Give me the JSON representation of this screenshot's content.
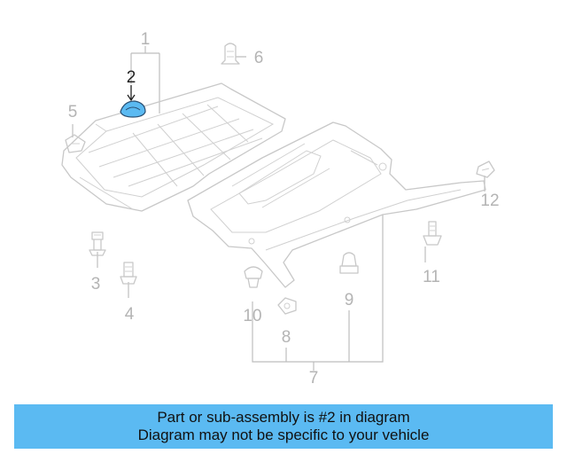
{
  "diagram": {
    "callouts": {
      "c1": "1",
      "c2": "2",
      "c3": "3",
      "c4": "4",
      "c5": "5",
      "c6": "6",
      "c7": "7",
      "c8": "8",
      "c9": "9",
      "c10": "10",
      "c11": "11",
      "c12": "12"
    },
    "highlighted_part": "2",
    "colors": {
      "highlight": "#5bbaf2",
      "outline": "#c8c8c8",
      "banner": "#5bbaf2"
    }
  },
  "banner": {
    "line1": "Part or sub-assembly is #2 in diagram",
    "line2": "Diagram may not be specific to your vehicle"
  }
}
